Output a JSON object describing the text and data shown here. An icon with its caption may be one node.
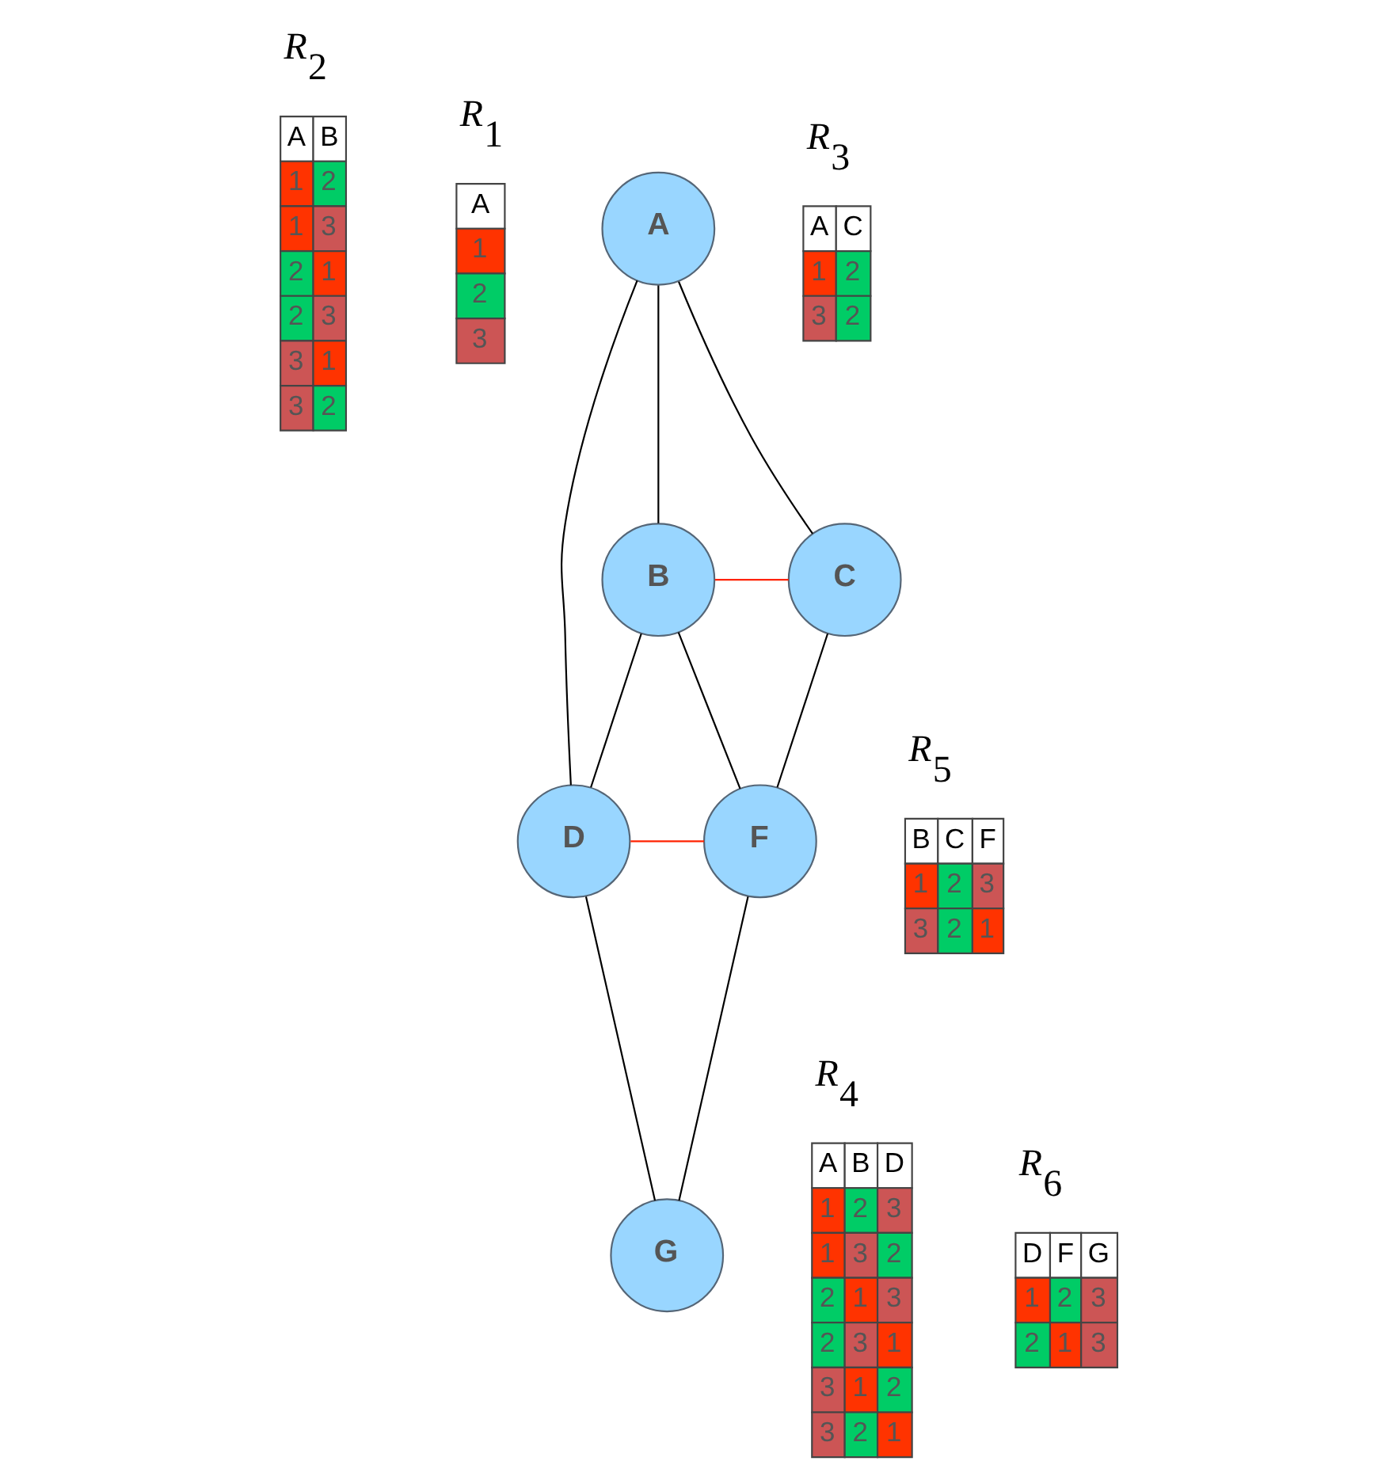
{
  "diagram": {
    "nodes": [
      {
        "text": [
          "A"
        ]
      },
      {
        "text": [
          "B"
        ]
      },
      {
        "text": [
          "C"
        ]
      },
      {
        "text": [
          "D"
        ]
      },
      {
        "text": [
          "F"
        ]
      },
      {
        "text": [
          "G"
        ]
      }
    ],
    "edges": [
      {
        "from": 0,
        "to": 1,
        "arrow": "none"
      },
      {
        "from": 0,
        "to": 2,
        "arrow": "none"
      },
      {
        "from": 1,
        "to": 2,
        "arrow": "none",
        "color": "#ff2200"
      },
      {
        "from": 0,
        "to": 3,
        "arrow": "none"
      },
      {
        "from": 1,
        "to": 3,
        "arrow": "none"
      },
      {
        "from": 1,
        "to": 4,
        "arrow": "none"
      },
      {
        "from": 2,
        "to": 4,
        "arrow": "none"
      },
      {
        "from": 3,
        "to": 4,
        "arrow": "none",
        "color": "#ff2200"
      },
      {
        "from": 3,
        "to": 5,
        "arrow": "none"
      },
      {
        "from": 4,
        "to": 5,
        "arrow": "none"
      }
    ],
    "labels": [
      "R$_{1}$",
      "A",
      "1",
      "2",
      "3",
      "R$_{2}$",
      "A",
      "B",
      "1",
      "2",
      "1",
      "3",
      "2",
      "1",
      "2",
      "3",
      "3",
      "1",
      "3",
      "2",
      "R$_{3}$",
      "A",
      "C",
      "1",
      "2",
      "3",
      "2",
      "R$_{4}$",
      "A",
      "B",
      "D",
      "1",
      "2",
      "3",
      "1",
      "3",
      "2",
      "2",
      "1",
      "3",
      "2",
      "3",
      "1",
      "3",
      "1",
      "2",
      "3",
      "2",
      "1",
      "R$_{5}$",
      "B",
      "C",
      "F",
      "1",
      "2",
      "3",
      "3",
      "2",
      "1",
      "R$_{6}$",
      "D",
      "F",
      "G",
      "1",
      "2",
      "3",
      "2",
      "1",
      "3"
    ]
  }
}
